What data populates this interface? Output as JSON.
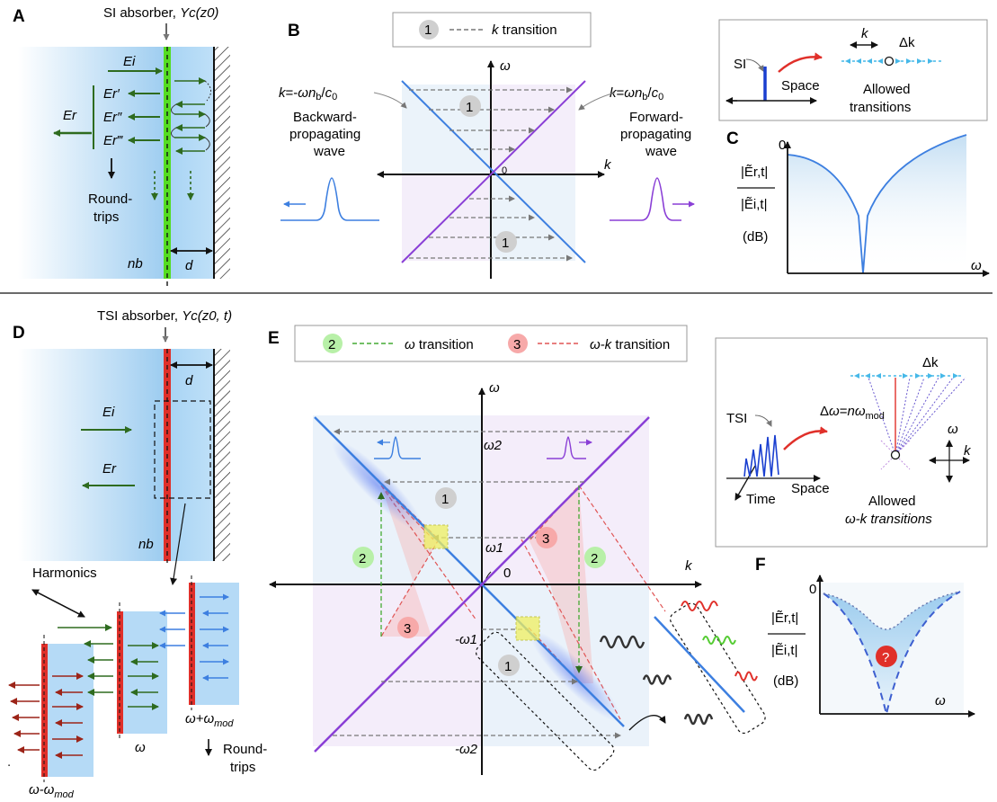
{
  "panels": {
    "A": {
      "label": "A",
      "title": "SI absorber, ",
      "title_symbol": "Yc(z0)",
      "Ei": "Ei",
      "Er1": "Er′",
      "Er2": "Er″",
      "Er3": "Er‴",
      "Er": "Er",
      "roundtrips_1": "Round-",
      "roundtrips_2": "trips",
      "nb": "nb",
      "d": "d"
    },
    "B": {
      "label": "B",
      "legend_num": "1",
      "legend_text": "k transition",
      "omega": "ω",
      "k": "k",
      "zero": "0",
      "eq_left": "k=-ωnb/c0",
      "eq_right": "k=ωnb/c0",
      "backward_1": "Backward-",
      "backward_2": "propagating",
      "backward_3": "wave",
      "forward_1": "Forward-",
      "forward_2": "propagating",
      "forward_3": "wave",
      "badge_top": "1",
      "badge_bottom": "1"
    },
    "inset_top": {
      "si": "SI",
      "space": "Space",
      "k": "k",
      "dk": "Δk",
      "allowed_1": "Allowed",
      "allowed_2": "transitions"
    },
    "C": {
      "label": "C",
      "zero": "0",
      "ylabel_num": "|Ẽr,t|",
      "ylabel_den": "|Ẽi,t|",
      "unit": "(dB)",
      "omega": "ω"
    },
    "D": {
      "label": "D",
      "title": "TSI absorber, ",
      "title_symbol": "Yc(z0, t)",
      "d": "d",
      "Ei": "Ei",
      "Er": "Er",
      "nb": "nb",
      "harmonics": "Harmonics",
      "w_minus": "ω-ωmod",
      "w": "ω",
      "w_plus": "ω+ωmod",
      "roundtrips_1": "Round-",
      "roundtrips_2": "trips"
    },
    "E": {
      "label": "E",
      "legend2_num": "2",
      "legend2_text": "ω transition",
      "legend3_num": "3",
      "legend3_text": "ω-k transition",
      "omega": "ω",
      "k": "k",
      "zero": "0",
      "w2": "ω2",
      "w1": "ω1",
      "mw1": "-ω1",
      "mw2": "-ω2",
      "b1_top": "1",
      "b1_bot": "1",
      "b2_left": "2",
      "b2_right": "2",
      "b3_left": "3",
      "b3_right": "3"
    },
    "inset_mid": {
      "tsi": "TSI",
      "space": "Space",
      "time": "Time",
      "dk": "Δk",
      "dw": "Δω=nωmod",
      "omega": "ω",
      "k": "k",
      "allowed_1": "Allowed",
      "allowed_2": "ω-k transitions"
    },
    "F": {
      "label": "F",
      "zero": "0",
      "ylabel_num": "|Ẽr,t|",
      "ylabel_den": "|Ẽi,t|",
      "unit": "(dB)",
      "omega": "ω",
      "question": "?"
    }
  },
  "colors": {
    "green": "#2e6b1f",
    "blue_line": "#3d7fe0",
    "purple_line": "#8a3fd6",
    "red_bar": "#e0302a",
    "bright_green": "#55dd22",
    "gray_badge": "#cfcfcf",
    "green_badge": "#b8f0a8",
    "red_badge": "#f7a9a9",
    "harmonic_red": "#9c2418"
  }
}
